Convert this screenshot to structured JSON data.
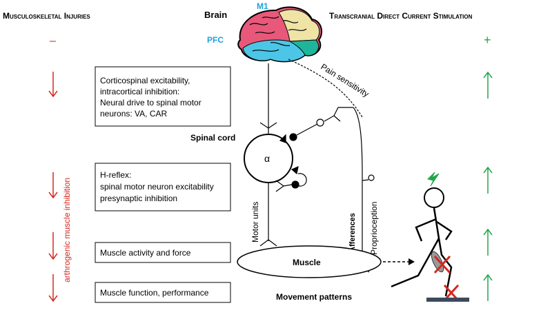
{
  "headers": {
    "left": "Musculoskeletal Injuries",
    "right": "Transcranial Direct Current Stimulation"
  },
  "signs": {
    "minus": "–",
    "plus": "+"
  },
  "brain": {
    "label": "Brain",
    "m1": "M1",
    "pfc": "PFC"
  },
  "pain_label": "Pain sensitivity",
  "spinal_cord_label": "Spinal cord",
  "alpha_label": "α",
  "motor_units_label": "Motor units",
  "afferences_label": "Afferences",
  "proprioception_label": "Proprioception",
  "muscle_label": "Muscle",
  "movement_label": "Movement patterns",
  "inhibition_label": "arthrogenic muscle inhibition",
  "boxes": [
    {
      "lines": [
        "Corticospinal excitability,",
        "intracortical inhibition:",
        "Neural drive to spinal motor",
        "neurons: VA, CAR"
      ]
    },
    {
      "lines": [
        "H-reflex:",
        "spinal motor neuron excitability",
        "presynaptic inhibition"
      ]
    },
    {
      "lines": [
        "Muscle activity and force"
      ]
    },
    {
      "lines": [
        "Muscle function, performance"
      ]
    }
  ],
  "colors": {
    "red": "#d7261e",
    "green": "#22a64a",
    "blue": "#1ba3dd",
    "brain_pink": "#e8587a",
    "brain_yellow": "#efe3a6",
    "brain_cyan": "#4cc6e6",
    "brain_teal": "#1fb59a"
  }
}
